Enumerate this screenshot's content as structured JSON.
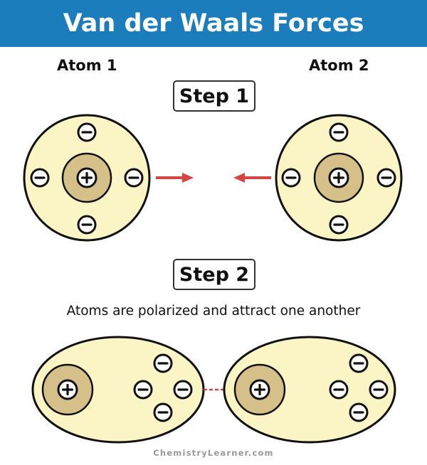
{
  "title": "Van der Waals Forces",
  "atoms": {
    "left_label": "Atom 1",
    "right_label": "Atom 2"
  },
  "steps": {
    "step1_label": "Step 1",
    "step2_label": "Step 2"
  },
  "step2_caption": "Atoms are polarized and attract one another",
  "footer": "ChemistryLearner.com",
  "symbols": {
    "positive": "+",
    "negative": "−"
  },
  "colors": {
    "header": "#1c7dbd",
    "atom_fill": "#fbf5c5",
    "nucleus_fill": "#d6c08a",
    "arrow": "#d64541"
  }
}
